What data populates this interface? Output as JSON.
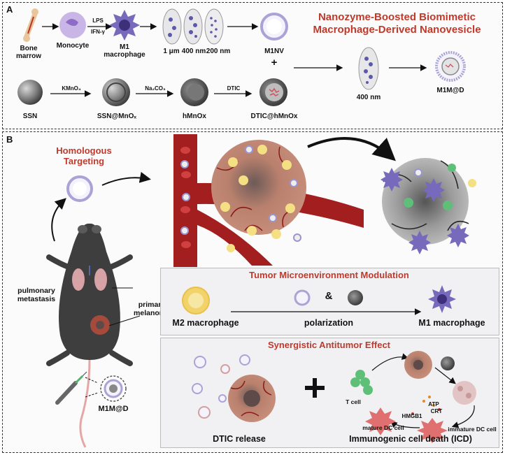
{
  "panel_a": {
    "letter": "A",
    "title_line1": "Nanozyme-Boosted Biomimetic",
    "title_line2": "Macrophage-Derived Nanovesicle",
    "bone_marrow_1": "Bone",
    "bone_marrow_2": "marrow",
    "monocyte": "Monocyte",
    "lps": "LPS",
    "ifn": "IFN-γ",
    "m1_1": "M1",
    "m1_2": "macrophage",
    "filter_1": "1 μm",
    "filter_2": "400 nm",
    "filter_3": "200 nm",
    "m1nv": "M1NV",
    "plus": "+",
    "ssn": "SSN",
    "kmno4": "KMnO₄",
    "ssn_mnox": "SSN@MnOₓ",
    "na2co3": "Na₂CO₃",
    "hmnox": "hMnOx",
    "dtic": "DTIC",
    "dtic_hmnox": "DTIC@hMnOx",
    "filter_400": "400 nm",
    "m1m_d": "M1M@D"
  },
  "panel_b": {
    "letter": "B",
    "homologous_1": "Homologous",
    "homologous_2": "Targeting",
    "pulmonary_1": "pulmonary",
    "pulmonary_2": "metastasis",
    "primary_1": "primary",
    "primary_2": "melanoma",
    "m1m_d": "M1M@D",
    "tme_title": "Tumor Microenvironment Modulation",
    "m2": "M2 macrophage",
    "ampersand": "&",
    "polarization": "polarization",
    "m1": "M1 macrophage",
    "synergy_title": "Synergistic Antitumor Effect",
    "dtic_release": "DTIC release",
    "big_plus": "+",
    "t_cell": "T cell",
    "atp": "ATP",
    "crt": "CRT",
    "hmgb1": "HMGB1",
    "mature_dc": "mature DC cell",
    "immature_dc": "immature DC cell",
    "icd": "Immunogenic cell death (ICD)"
  },
  "colors": {
    "title_red": "#c0392b",
    "vessel": "#a31f1f",
    "m1_purple": "#6a5fb0",
    "m2_yellow": "#f2d36a",
    "tumor": "#a04b3c"
  }
}
